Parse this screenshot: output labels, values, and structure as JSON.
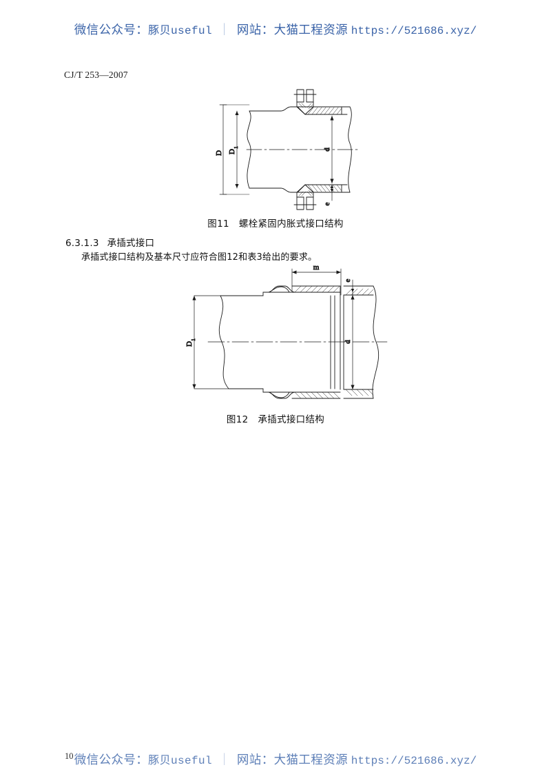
{
  "document": {
    "standard_number": "CJ/T 253—2007",
    "page_number": "10"
  },
  "watermark": {
    "wechat_label": "微信公众号：",
    "wechat_account": "豚贝useful",
    "separator": "｜",
    "site_label": "网站：",
    "site_name": "大猫工程资源",
    "url": "https://521686.xyz/"
  },
  "figure11": {
    "caption_number": "图11",
    "caption_text": "螺栓紧固内胀式接口结构",
    "labels": {
      "outer_diameter": "D",
      "inner_socket_diameter": "D",
      "inner_socket_subscript": "1",
      "pipe_bore": "d",
      "wall_thickness": "e"
    }
  },
  "clause": {
    "number": "6.3.1.3",
    "title": "承插式接口",
    "paragraph": "承插式接口结构及基本尺寸应符合图12和表3给出的要求。"
  },
  "figure12": {
    "caption_number": "图12",
    "caption_text": "承插式接口结构",
    "labels": {
      "socket_depth": "m",
      "wall_thickness": "e",
      "socket_diameter": "D",
      "socket_diameter_subscript": "1",
      "pipe_bore": "d"
    }
  },
  "colors": {
    "watermark_blue": "#3a63a8",
    "line_black": "#1a1a1a",
    "paper_white": "#ffffff"
  }
}
